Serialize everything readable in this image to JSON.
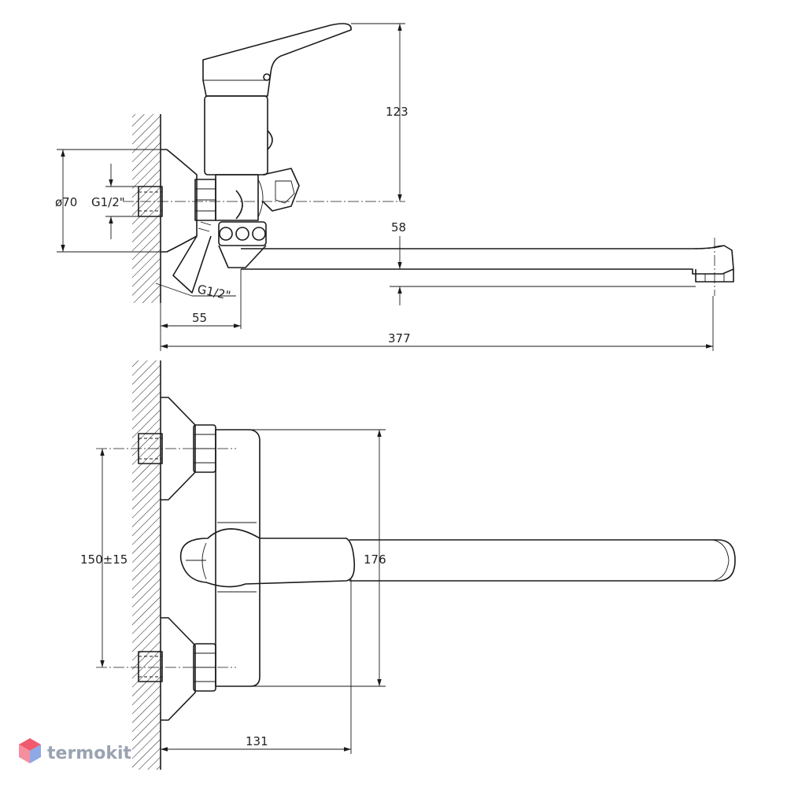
{
  "dimensions": {
    "side_view": {
      "height_123": "123",
      "diameter_70": "ø70",
      "thread_top": "G1/2\"",
      "thread_bottom": "G1/2\"",
      "spout_58": "58",
      "offset_55": "55",
      "total_377": "377"
    },
    "top_view": {
      "spacing": "150±15",
      "height_176": "176",
      "depth_131": "131"
    }
  },
  "brand": {
    "name": "termokit",
    "colors": {
      "text": "#9aa3b2",
      "logo_top": "#ef5a6f",
      "logo_left": "#f58fa0",
      "logo_right": "#8fa9e6"
    }
  }
}
